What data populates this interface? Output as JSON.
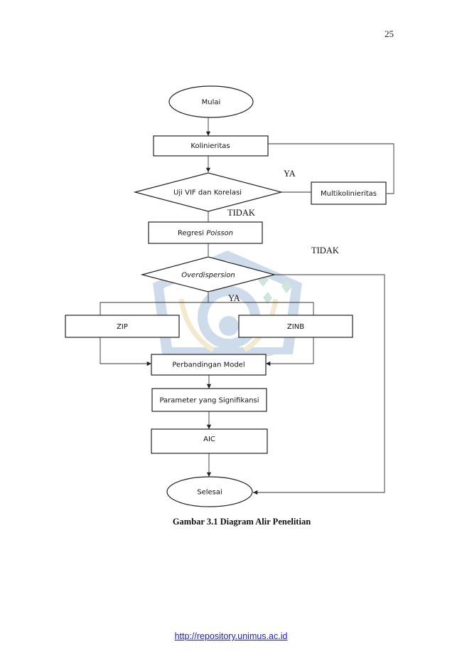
{
  "page": {
    "number": "25"
  },
  "flowchart": {
    "start": "Mulai",
    "collinearity": "Kolinieritas",
    "vif_test": "Uji VIF dan Korelasi",
    "multicollinearity": "Multikolinieritas",
    "poisson_prefix": "Regresi ",
    "poisson_italic": "Poisson",
    "overdispersion": "Overdispersion",
    "zip": "ZIP",
    "zinb": "ZINB",
    "comparison": "Perbandingan Model",
    "significant_params": "Parameter yang Signifikansi",
    "aic": "AIC",
    "end": "Selesai",
    "label_ya_vif": "YA",
    "label_tidak_vif": "TIDAK",
    "label_tidak_overdispersion": "TIDAK",
    "label_ya_overdispersion": "YA"
  },
  "caption": "Gambar 3.1 Diagram Alir Penelitian",
  "footer": {
    "url": "http://repository.unimus.ac.id"
  },
  "colors": {
    "link": "#1a1ae6",
    "watermark": "#1f5fa8",
    "watermark_gold": "#c9a227"
  }
}
